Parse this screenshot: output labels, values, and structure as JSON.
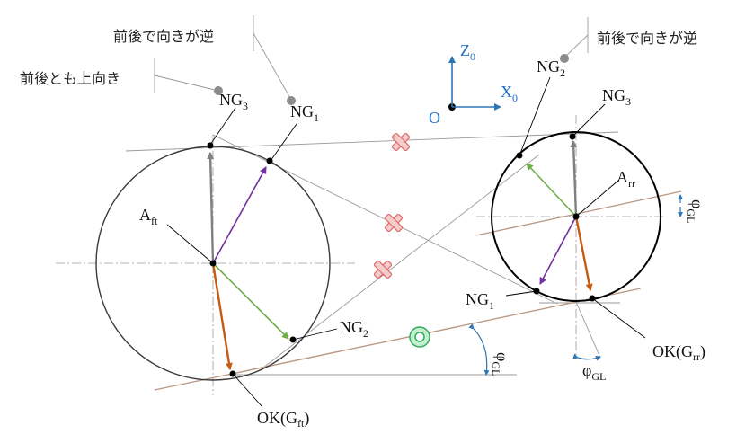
{
  "labels": {
    "ng3_front": {
      "main": "NG",
      "sub": "3"
    },
    "ng1_front": {
      "main": "NG",
      "sub": "1"
    },
    "ng2_front": {
      "main": "NG",
      "sub": "2"
    },
    "a_front": {
      "main": "A",
      "sub": "ft"
    },
    "ok_front": {
      "main": "OK(G",
      "sub": "ft",
      "close": ")"
    },
    "ng2_rear": {
      "main": "NG",
      "sub": "2"
    },
    "ng3_rear": {
      "main": "NG",
      "sub": "3"
    },
    "a_rear": {
      "main": "A",
      "sub": "rr"
    },
    "ng1_rear": {
      "main": "NG",
      "sub": "1"
    },
    "ok_rear": {
      "main": "OK(G",
      "sub": "rr",
      "close": ")"
    },
    "origin": "O",
    "z_axis": {
      "main": "Z",
      "sub": "0"
    },
    "x_axis": {
      "main": "X",
      "sub": "0"
    },
    "phi_main": "φ",
    "phi_sub": "GL"
  },
  "callouts": {
    "reverse_left": "前後で向きが逆",
    "both_up": "前後とも上向き",
    "reverse_right": "前後で向きが逆"
  },
  "colors": {
    "ok_arrow": "#c55a11",
    "green_arrow": "#70ad47",
    "purple_arrow": "#7030a0",
    "gray_arrow": "#808080",
    "road_line": "#b99a86",
    "axis_blue": "#2e75b6",
    "ng_mark": "#e06666",
    "ok_mark": "#2fae5f"
  },
  "marks": {
    "ng_symbol": "cross",
    "ok_symbol": "double-circle"
  }
}
